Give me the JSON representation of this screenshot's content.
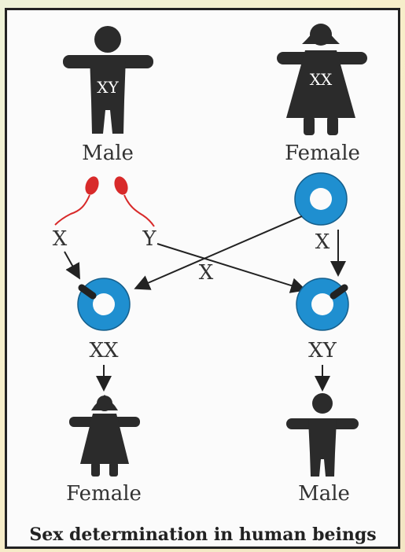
{
  "top": {
    "male_label": "Male",
    "male_inner": "XY",
    "female_label": "Female",
    "female_inner": "XX"
  },
  "gametes": {
    "sperm_x": "X",
    "sperm_y": "Y",
    "egg_x": "X",
    "cross_x": "X"
  },
  "zygotes": {
    "left": "XX",
    "right": "XY"
  },
  "bottom": {
    "female_label": "Female",
    "male_label": "Male"
  },
  "caption": "Sex determination in human beings",
  "colors": {
    "figure": "#2b2b2b",
    "cell": "#1f8fd0",
    "sperm": "#d82a2a"
  }
}
